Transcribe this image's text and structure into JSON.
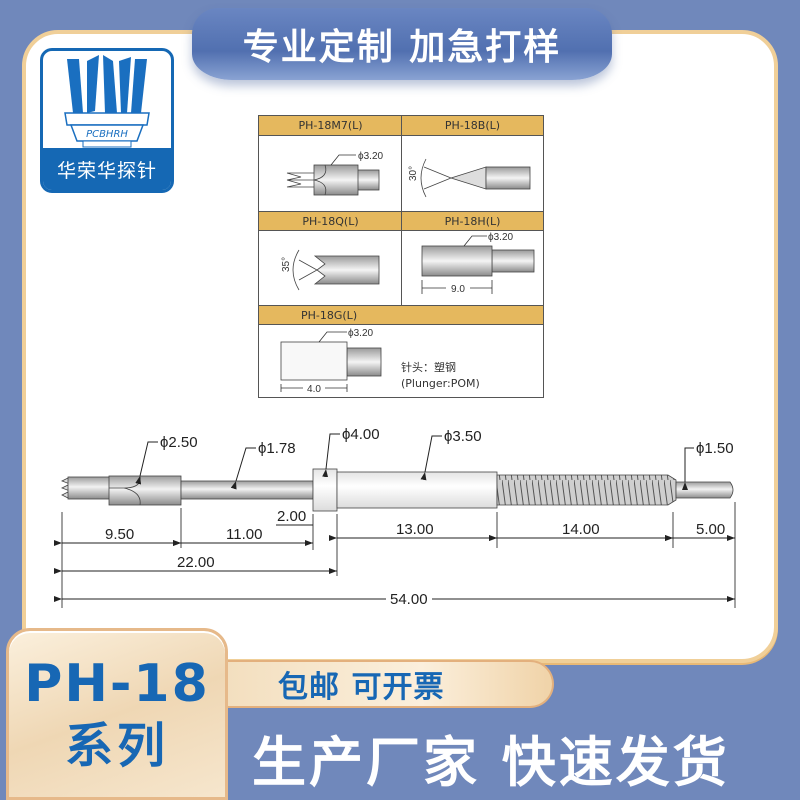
{
  "banner_top": {
    "text": "专业定制 加急打样"
  },
  "logo": {
    "brand_en": "PCBHRH",
    "brand_cn": "华荣华探针",
    "color": "#1568b4"
  },
  "tip_table": {
    "header_color": "#e5b85e",
    "cells": [
      {
        "label": "PH-18M7(L)",
        "annotation": "ϕ3.20"
      },
      {
        "label": "PH-18B(L)",
        "annotation": "30°"
      },
      {
        "label": "PH-18Q(L)",
        "annotation": "35°"
      },
      {
        "label": "PH-18H(L)",
        "annotation": "ϕ3.20",
        "length": "9.0"
      },
      {
        "label": "PH-18G(L)",
        "annotation": "ϕ3.20",
        "length": "4.0"
      }
    ],
    "note_line1": "针头：塑钢",
    "note_line2": "(Plunger:POM)"
  },
  "drawing": {
    "diameters": [
      "ϕ2.50",
      "ϕ1.78",
      "ϕ4.00",
      "ϕ3.50",
      "ϕ1.50"
    ],
    "lengths": {
      "tip": "9.50",
      "shaft": "11.00",
      "collar": "2.00",
      "barrel": "13.00",
      "thread": "14.00",
      "end": "5.00",
      "to_collar": "22.00",
      "total": "54.00"
    }
  },
  "series_badge": {
    "model": "PH-18",
    "series": "系列"
  },
  "shipping_badge": {
    "text": "包邮 可开票"
  },
  "bottom_slogan": {
    "text": "生产厂家 快速发货"
  }
}
